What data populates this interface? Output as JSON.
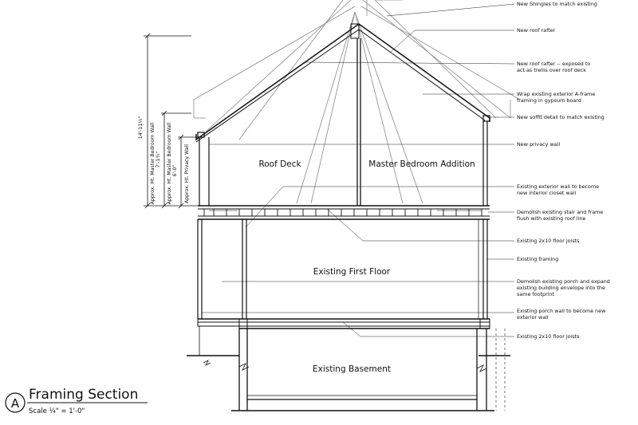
{
  "rooms": {
    "roof_deck": "Roof Deck",
    "master_bedroom": "Master Bedroom Addition",
    "first_floor": "Existing First Floor",
    "basement": "Existing Basement"
  },
  "notes": [
    {
      "lines": [
        "New Shingles to match existing"
      ]
    },
    {
      "lines": [
        "New roof rafter"
      ]
    },
    {
      "lines": [
        "New roof rafter -- exposed to",
        "act as trellis over roof deck"
      ]
    },
    {
      "lines": [
        "Wrap existing exterior A-frame",
        "framing in gypsum board"
      ]
    },
    {
      "lines": [
        "New soffit detail to match existing"
      ]
    },
    {
      "lines": [
        "New privacy wall"
      ]
    },
    {
      "lines": [
        "Existing exterior wall to become",
        "new interior closet wall"
      ]
    },
    {
      "lines": [
        "Demolish existing stair and frame",
        "flush with existing roof line"
      ]
    },
    {
      "lines": [
        "Existing 2x10 floor joists"
      ]
    },
    {
      "lines": [
        "Existing framing"
      ]
    },
    {
      "lines": [
        "Demolish existing porch and expand",
        "existing building envelope into the",
        "same footprint"
      ]
    },
    {
      "lines": [
        "Existing porch wall to become new",
        "exterior wall"
      ]
    },
    {
      "lines": [
        "Existing 2x10 floor joists"
      ]
    }
  ],
  "dimensions": {
    "overall": "14'-11½\"",
    "master_wall_value": "7'-1¾\"",
    "master_wall_label": "Approx. Ht. Master Bedroom Wall",
    "master_wall_label2": "Approx. Ht. Master Bedroom Wall",
    "privacy_value": "6'-0\"",
    "privacy_label": "Approx. Ht. Privacy Wall"
  },
  "title_block": {
    "marker": "A",
    "title": "Framing Section",
    "scale": "Scale ¼\" = 1'-0\""
  }
}
